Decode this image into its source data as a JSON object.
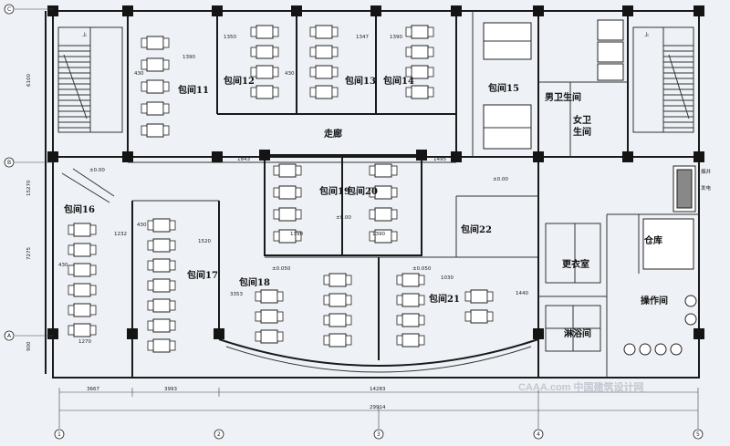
{
  "rooms": {
    "r11": "包间11",
    "r12": "包间12",
    "r13": "包间13",
    "r14": "包间14",
    "r15": "包间15",
    "r16": "包间16",
    "r17": "包间17",
    "r18": "包间18",
    "r19": "包间19",
    "r20": "包间20",
    "r21": "包间21",
    "r22": "包间22",
    "corridor": "走廊",
    "mens_restroom": "男卫生间",
    "womens_restroom_a": "女卫",
    "womens_restroom_b": "生间",
    "storage": "仓库",
    "changing_room": "更衣室",
    "shower_room": "淋浴间",
    "operation_room": "操作间"
  },
  "stairs": {
    "up_left": "上",
    "up_right": "上"
  },
  "side_labels": [
    "烟井",
    "发电"
  ],
  "dims": {
    "top_1": "1390",
    "top_2": "1350",
    "top_3": "1347",
    "top_4": "1390",
    "left_4": "6100",
    "left_5": "15270",
    "left_6": "7275",
    "left_7": "900",
    "mid_1": "1843",
    "mid_2": "1495",
    "r16_1": "1232",
    "r17_1": "1520",
    "r18_1": "3353",
    "r19_a": "1390",
    "r20_a": "1390",
    "r21_a": "1030",
    "r21_b": "1440",
    "bottom_1": "3667",
    "bottom_2": "3993",
    "bottom_3": "14283",
    "bottom_total": "29914",
    "v1": "430",
    "v2": "430",
    "v3": "430",
    "v4": "430",
    "v5": "1270",
    "lvl_1": "±0.00",
    "lvl_2": "±0.00",
    "lvl_3": "±0.00",
    "lvl_4": "±0.050",
    "lvl_5": "±0.050"
  },
  "axes": {
    "left": [
      "C",
      "B",
      "A"
    ],
    "bottom": [
      "1",
      "2",
      "3",
      "4",
      "5"
    ]
  },
  "watermark": "CAAA.com 中国建筑设计网"
}
